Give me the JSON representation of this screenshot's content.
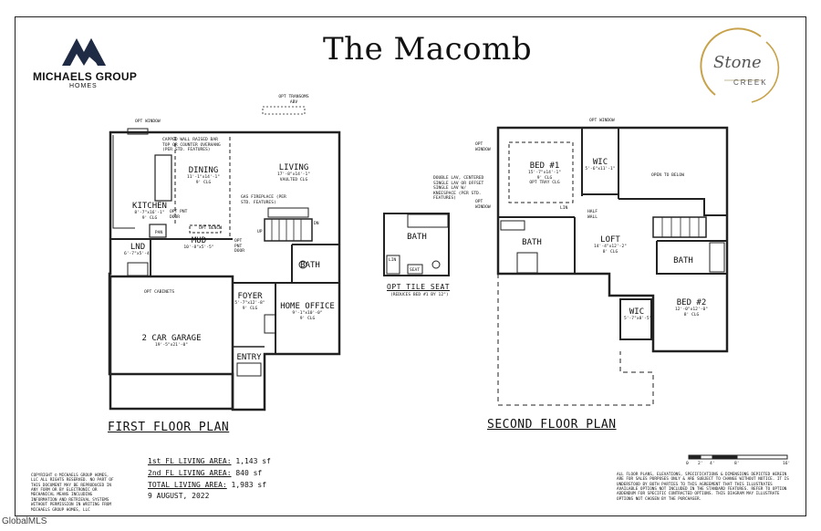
{
  "title": "The Macomb",
  "logo": {
    "brand": "MICHAELS GROUP",
    "sub": "HOMES"
  },
  "badge": {
    "line1": "Stone",
    "line2": "CREEK"
  },
  "first_floor": {
    "heading": "FIRST FLOOR PLAN",
    "rooms": {
      "dining": {
        "name": "DINING",
        "dims": "11'-1\"x14'-1\"",
        "ceil": "9' CLG"
      },
      "living": {
        "name": "LIVING",
        "dims": "17'-8\"x14'-1\"",
        "ceil": "VAULTED CLG"
      },
      "kitchen": {
        "name": "KITCHEN",
        "dims": "8'-7\"x16'-1\"",
        "ceil": "9' CLG"
      },
      "mud": {
        "name": "MUD",
        "dims": "10'-8\"x5'-5\""
      },
      "lnd": {
        "name": "LND",
        "dims": "6'-7\"x5'-4\""
      },
      "pan": {
        "name": "PAN"
      },
      "bath": {
        "name": "BATH"
      },
      "foyer": {
        "name": "FOYER",
        "dims": "5'-7\"x12'-8\"",
        "ceil": "9' CLG"
      },
      "office": {
        "name": "HOME OFFICE",
        "dims": "9'-1\"x10'-0\"",
        "ceil": "9' CLG"
      },
      "garage": {
        "name": "2 CAR GARAGE",
        "dims": "19'-5\"x21'-0\""
      },
      "entry": {
        "name": "ENTRY"
      }
    },
    "notes": {
      "opt_window": "OPT WINDOW",
      "opt_transoms": "OPT TRANSOMS ABV",
      "capped_wall": "CAPPED WALL RAISED BAR TOP OR COUNTER OVERHANG (PER STD. FEATURES)",
      "gas_fireplace": "GAS FIREPLACE (PER STD. FEATURES)",
      "opt_pnt_door": "OPT PNT DOOR",
      "opt_bench": "OPT BENCH",
      "opt_cabinets": "OPT CABINETS",
      "up": "UP",
      "dn": "DN"
    }
  },
  "opt_bath": {
    "heading": "OPT TILE SEAT",
    "sub": "(REDUCES BED #1 BY 12\")",
    "bath": "BATH",
    "lin": "LIN",
    "seat": "SEAT"
  },
  "second_floor": {
    "heading": "SECOND FLOOR PLAN",
    "rooms": {
      "bed1": {
        "name": "BED #1",
        "dims": "15'-7\"x14'-1\"",
        "ceil": "9' CLG",
        "tray": "OPT TRAY CLG"
      },
      "wic1": {
        "name": "WIC",
        "dims": "5'-6\"x11'-1\""
      },
      "open": {
        "name": "OPEN TO BELOW"
      },
      "bath1": {
        "name": "BATH"
      },
      "loft": {
        "name": "LOFT",
        "dims": "14'-4\"x12'-2\"",
        "ceil": "8' CLG"
      },
      "bath2": {
        "name": "BATH"
      },
      "bed2": {
        "name": "BED #2",
        "dims": "12'-0\"x12'-0\"",
        "ceil": "8' CLG"
      },
      "wic2": {
        "name": "WIC",
        "dims": "5'-7\"x8'-5\""
      }
    },
    "notes": {
      "double_lav": "DOUBLE LAV, CENTERED SINGLE LAV OR OFFSET SINGLE LAV W/ KNEESPACE (PER STD. FEATURES)",
      "half_wall": "HALF WALL",
      "opt_window": "OPT WINDOW",
      "lin": "LIN"
    }
  },
  "areas": {
    "first_label": "1st FL LIVING AREA:",
    "first_value": "1,143 sf",
    "second_label": "2nd FL LIVING AREA:",
    "second_value": "840 sf",
    "total_label": "TOTAL LIVING AREA:",
    "total_value": "1,983 sf",
    "date": "9 AUGUST, 2022"
  },
  "copyright": "COPYRIGHT © MICHAELS GROUP HOMES, LLC ALL RIGHTS RESERVED. NO PART OF THIS DOCUMENT MAY BE REPRODUCED IN ANY FORM OR BY ELECTRONIC OR MECHANICAL MEANS INCLUDING INFORMATION AND RETRIEVAL SYSTEMS WITHOUT PERMISSION IN WRITING FROM MICHAELS GROUP HOMES, LLC",
  "disclaimer": "ALL FLOOR PLANS, ELEVATIONS, SPECIFICATIONS & DIMENSIONS DEPICTED HEREIN ARE FOR SALES PURPOSES ONLY & ARE SUBJECT TO CHANGE WITHOUT NOTICE. IT IS UNDERSTOOD BY BOTH PARTIES TO THIS AGREEMENT THAT THIS ILLUSTRATES AVAILABLE OPTIONS NOT INCLUDED IN THE STANDARD FEATURES. REFER TO OPTION ADDENDUM FOR SPECIFIC CONTRACTED OPTIONS. THIS DIAGRAM MAY ILLUSTRATE OPTIONS NOT CHOSEN BY THE PURCHASER.",
  "scale": {
    "t0": "0",
    "t1": "2'",
    "t2": "4'",
    "t3": "8'",
    "t4": "16'"
  },
  "watermark": "GlobalMLS"
}
